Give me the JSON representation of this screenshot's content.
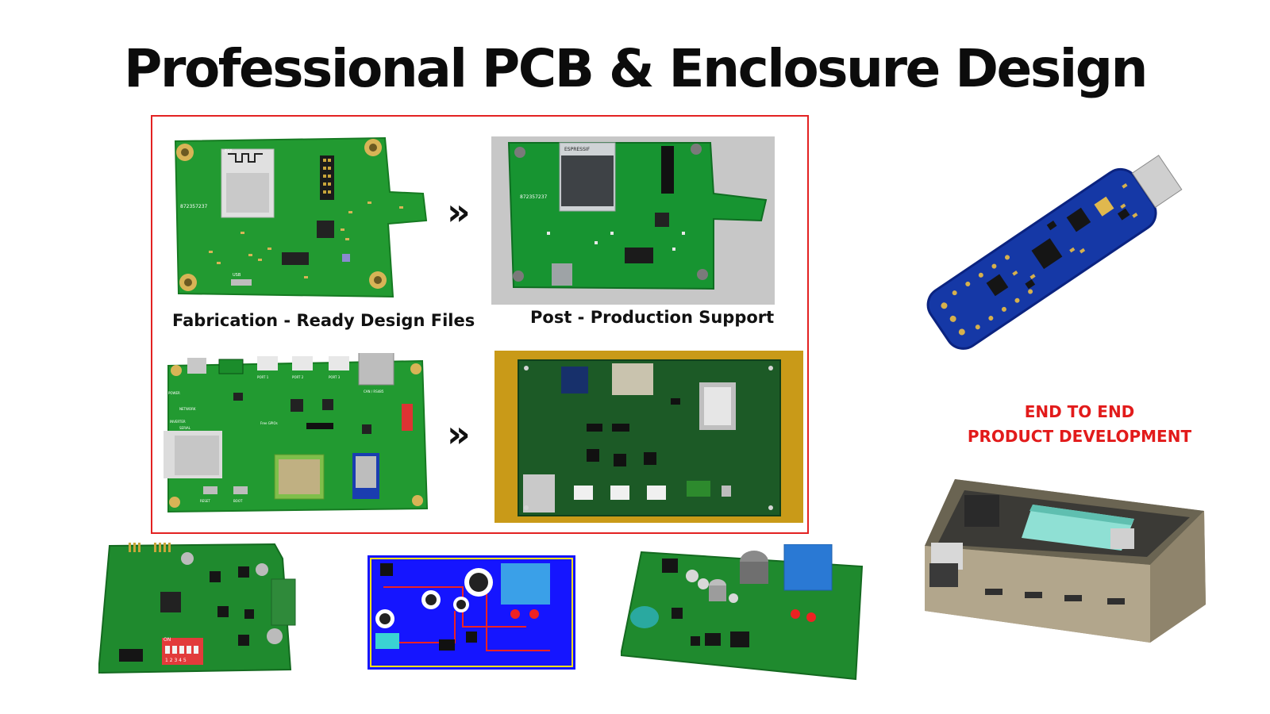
{
  "title": "Professional PCB & Enclosure Design",
  "captions": {
    "fabrication": "Fabrication - Ready Design Files",
    "post_production": "Post - Production Support"
  },
  "arrow_glyph": "»",
  "side_label": {
    "line1": "END TO END",
    "line2": "PRODUCT DEVELOPMENT"
  },
  "pcb_silkscreen": {
    "esp_board_id": "872357237",
    "esp_label": "ESP",
    "usb_label": "USB",
    "port_labels": [
      "PORT 1",
      "PORT 2",
      "PORT 3"
    ],
    "can_label": "CAN / RS485",
    "free_gpios": "Free GPIOs",
    "status_leds": [
      "POWER",
      "NETWORK",
      "INVERTER",
      "SERIAL"
    ],
    "buttons": [
      "RESET",
      "BOOT"
    ],
    "module_label": "ESPRESSIF",
    "dip_label": "ON",
    "dip_numbers": "1 2 3 4 5"
  },
  "colors": {
    "accent_red": "#e21b1b",
    "frame_red": "#e32222",
    "pcb_green": "#1f8a2e",
    "pcb_blue": "#1537a8",
    "gold_pad": "#c8a340"
  }
}
